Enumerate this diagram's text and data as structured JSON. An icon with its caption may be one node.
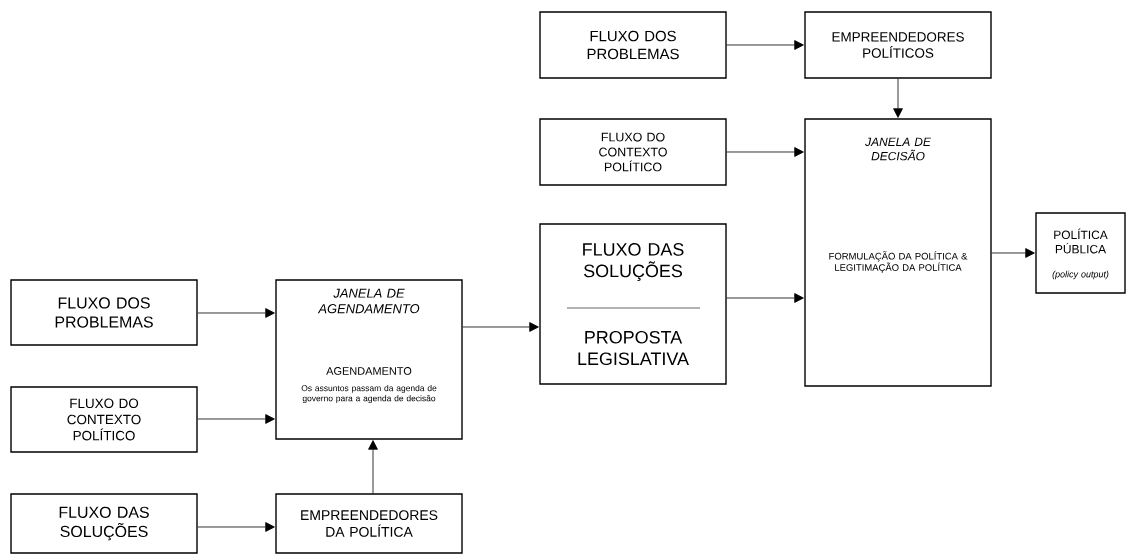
{
  "diagram": {
    "nodes": [
      {
        "text": [
          "FLUXO DOS PROBLEMAS"
        ]
      },
      {
        "text": [
          "FLUXO DO CONTEXTO POLÍTICO"
        ]
      },
      {
        "text": [
          "JANELA DE AGENDAMENTO",
          "AGENDAMENTO",
          "Os assuntos passam da agenda de governo para a agenda de decisão"
        ]
      },
      {
        "text": [
          "FLUXO DAS SOLUÇÕES"
        ]
      },
      {
        "text": [
          "EMPREENDEDORES DA POLÍTICA"
        ]
      },
      {
        "text": [
          "FLUXO DAS SOLUÇÕES",
          "PROPOSTA LEGISLATIVA"
        ]
      },
      {
        "text": [
          "FLUXO DOS PROBLEMAS"
        ]
      },
      {
        "text": [
          "EMPREENDEDORES POLÍTICOS"
        ]
      },
      {
        "text": [
          "FLUXO DO CONTEXTO POLÍTICO"
        ]
      },
      {
        "text": [
          "JANELA DE DECISÃO",
          "FORMULAÇÃO DA POLÍTICA & LEGITIMAÇÃO DA POLÍTICA"
        ]
      },
      {
        "text": [
          "POLÍTICA PÚBLICA",
          "(policy output)"
        ]
      }
    ],
    "edges": [
      {
        "from": 0,
        "to": 2,
        "arrow": "to"
      },
      {
        "from": 1,
        "to": 2,
        "arrow": "to"
      },
      {
        "from": 3,
        "to": 4,
        "arrow": "to"
      },
      {
        "from": 4,
        "to": 2,
        "arrow": "to"
      },
      {
        "from": 2,
        "to": 5,
        "arrow": "to"
      },
      {
        "from": 6,
        "to": 7,
        "arrow": "to"
      },
      {
        "from": 7,
        "to": 9,
        "arrow": "to"
      },
      {
        "from": 8,
        "to": 9,
        "arrow": "to"
      },
      {
        "from": 5,
        "to": 9,
        "arrow": "to"
      },
      {
        "from": 9,
        "to": 10,
        "arrow": "to"
      }
    ]
  }
}
